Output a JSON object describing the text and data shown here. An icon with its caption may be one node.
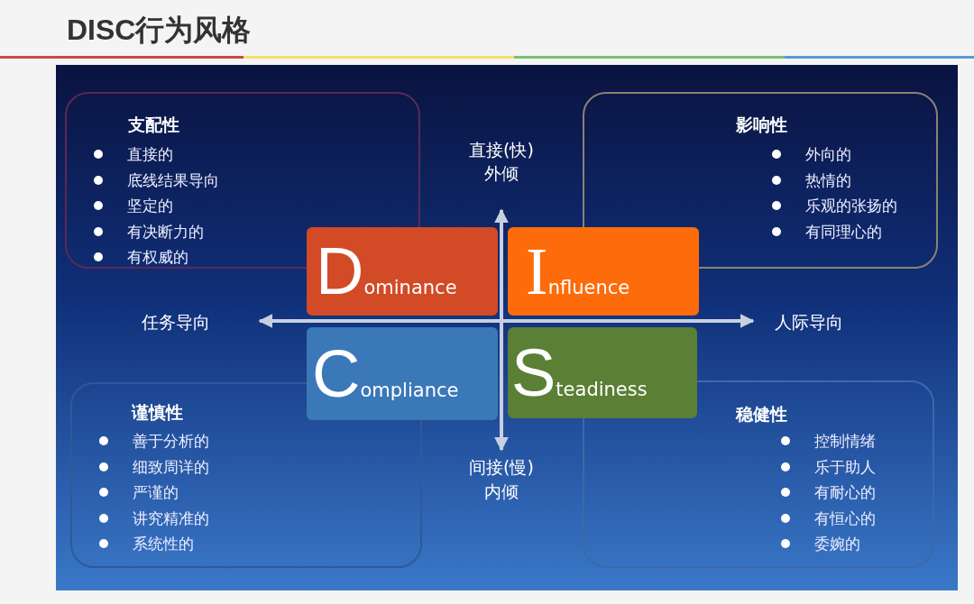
{
  "diagram": {
    "title": "DISC行为风格",
    "nodes": [
      {
        "text": [
          "支配性",
          "直接的",
          "底线结果导向",
          "坚定的",
          "有决断力的",
          "有权威的"
        ]
      },
      {
        "text": [
          "影响性",
          "外向的",
          "热情的",
          "乐观的张扬的",
          "有同理心的"
        ]
      },
      {
        "text": [
          "Dominance"
        ]
      },
      {
        "text": [
          "Influence"
        ]
      },
      {
        "text": [
          "Compliance"
        ]
      },
      {
        "text": [
          "Steadiness"
        ]
      },
      {
        "text": [
          "谨慎性",
          "善于分析的",
          "细致周详的",
          "严谨的",
          "讲究精准的",
          "系统性的"
        ]
      },
      {
        "text": [
          "稳健性",
          "控制情绪",
          "乐于助人",
          "有耐心的",
          "有恒心的",
          "委婉的"
        ]
      }
    ],
    "labels": [
      "直接(快)",
      "外倾",
      "任务导向",
      "人际导向",
      "间接(慢)",
      "内倾"
    ]
  }
}
